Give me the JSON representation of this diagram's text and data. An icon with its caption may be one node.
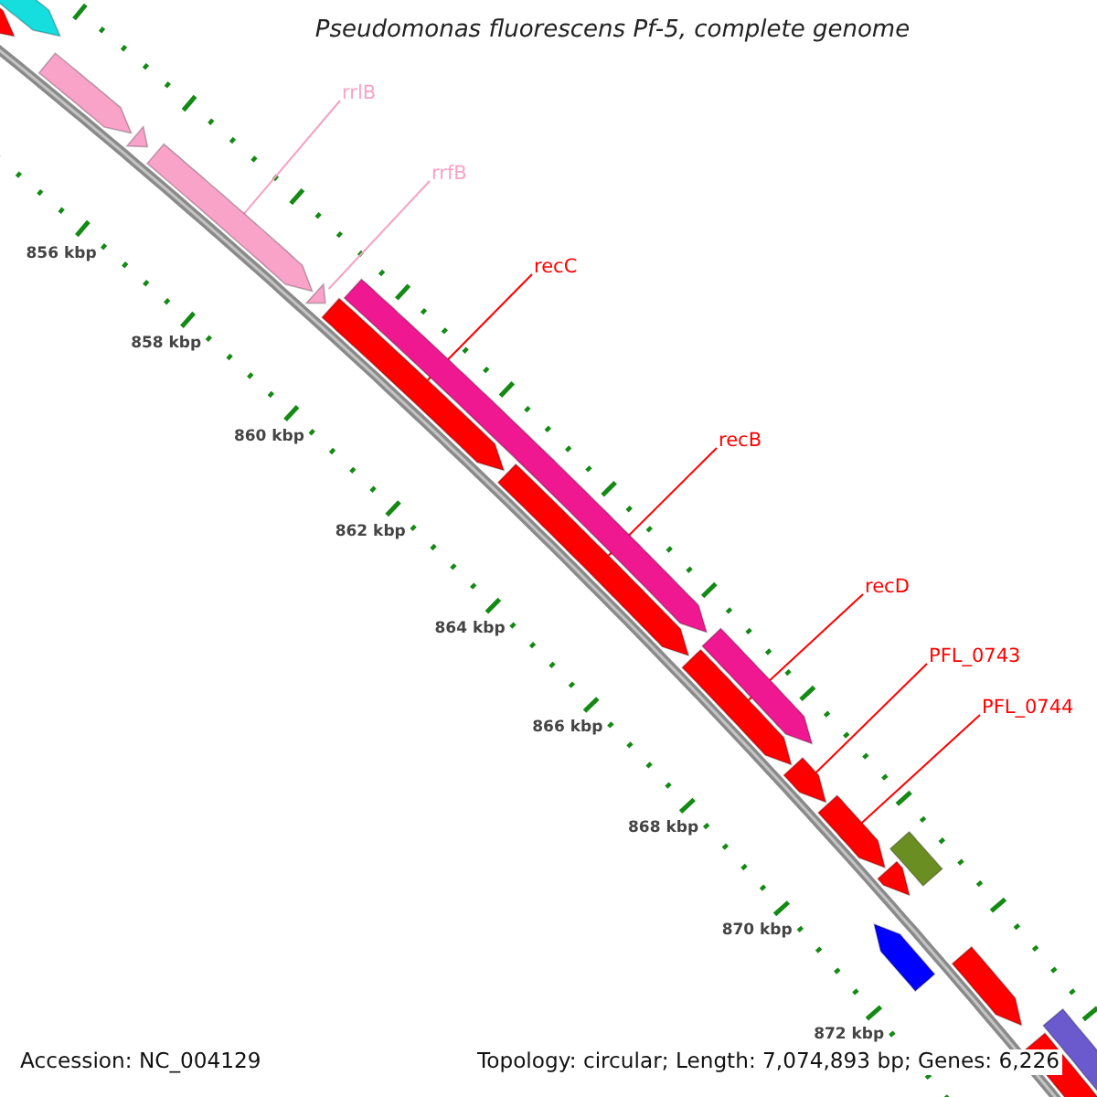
{
  "diagram": {
    "title": "Pseudomonas fluorescens Pf-5, complete genome",
    "nodes": [
      {
        "text": [],
        "shape": "pentagon"
      },
      {
        "text": [],
        "shape": "pentagon"
      },
      {
        "text": [],
        "shape": "pentagon"
      },
      {
        "text": [],
        "shape": "triangle"
      },
      {
        "text": [
          "rrlB"
        ]
      },
      {
        "text": [],
        "shape": "pentagon"
      },
      {
        "text": [
          "rrfB"
        ]
      },
      {
        "text": [
          "recC"
        ]
      },
      {
        "text": [],
        "shape": "triangle"
      },
      {
        "text": [],
        "shape": "pentagon"
      },
      {
        "text": [],
        "shape": "pentagon"
      },
      {
        "text": [
          "recB"
        ]
      },
      {
        "text": [],
        "shape": "pentagon"
      },
      {
        "text": [
          "recD"
        ]
      },
      {
        "text": [],
        "shape": "pentagon"
      },
      {
        "text": [],
        "shape": "pentagon"
      },
      {
        "text": [
          "PFL_0743"
        ]
      },
      {
        "text": [],
        "shape": "pentagon"
      },
      {
        "text": [
          "PFL_0744"
        ]
      },
      {
        "text": [],
        "shape": "pentagon"
      },
      {
        "text": [],
        "shape": "box"
      },
      {
        "text": [],
        "shape": "pentagon"
      },
      {
        "text": [],
        "shape": "pentagon"
      },
      {
        "text": [],
        "shape": "pentagon"
      },
      {
        "text": [],
        "shape": "pentagon"
      },
      {
        "text": [],
        "shape": "pentagon"
      }
    ],
    "edges": [
      {
        "from": 4,
        "to": 5,
        "arrow": "none",
        "color": "#f7a1c4"
      },
      {
        "from": 6,
        "to": 8,
        "arrow": "none",
        "color": "#f7a1c4"
      },
      {
        "from": 7,
        "to": 10,
        "arrow": "none"
      },
      {
        "from": 11,
        "to": 12,
        "arrow": "none"
      },
      {
        "from": 13,
        "to": 15,
        "arrow": "none"
      },
      {
        "from": 16,
        "to": 17,
        "arrow": "none"
      },
      {
        "from": 18,
        "to": 19,
        "arrow": "none"
      }
    ],
    "labels": [
      "856 kbp",
      "858 kbp",
      "860 kbp",
      "862 kbp",
      "864 kbp",
      "866 kbp",
      "868 kbp",
      "870 kbp",
      "872 kbp",
      "Accession: NC_004129",
      "Topology: circular; Length: 7,074,893 bp; Genes: 6,226"
    ]
  }
}
